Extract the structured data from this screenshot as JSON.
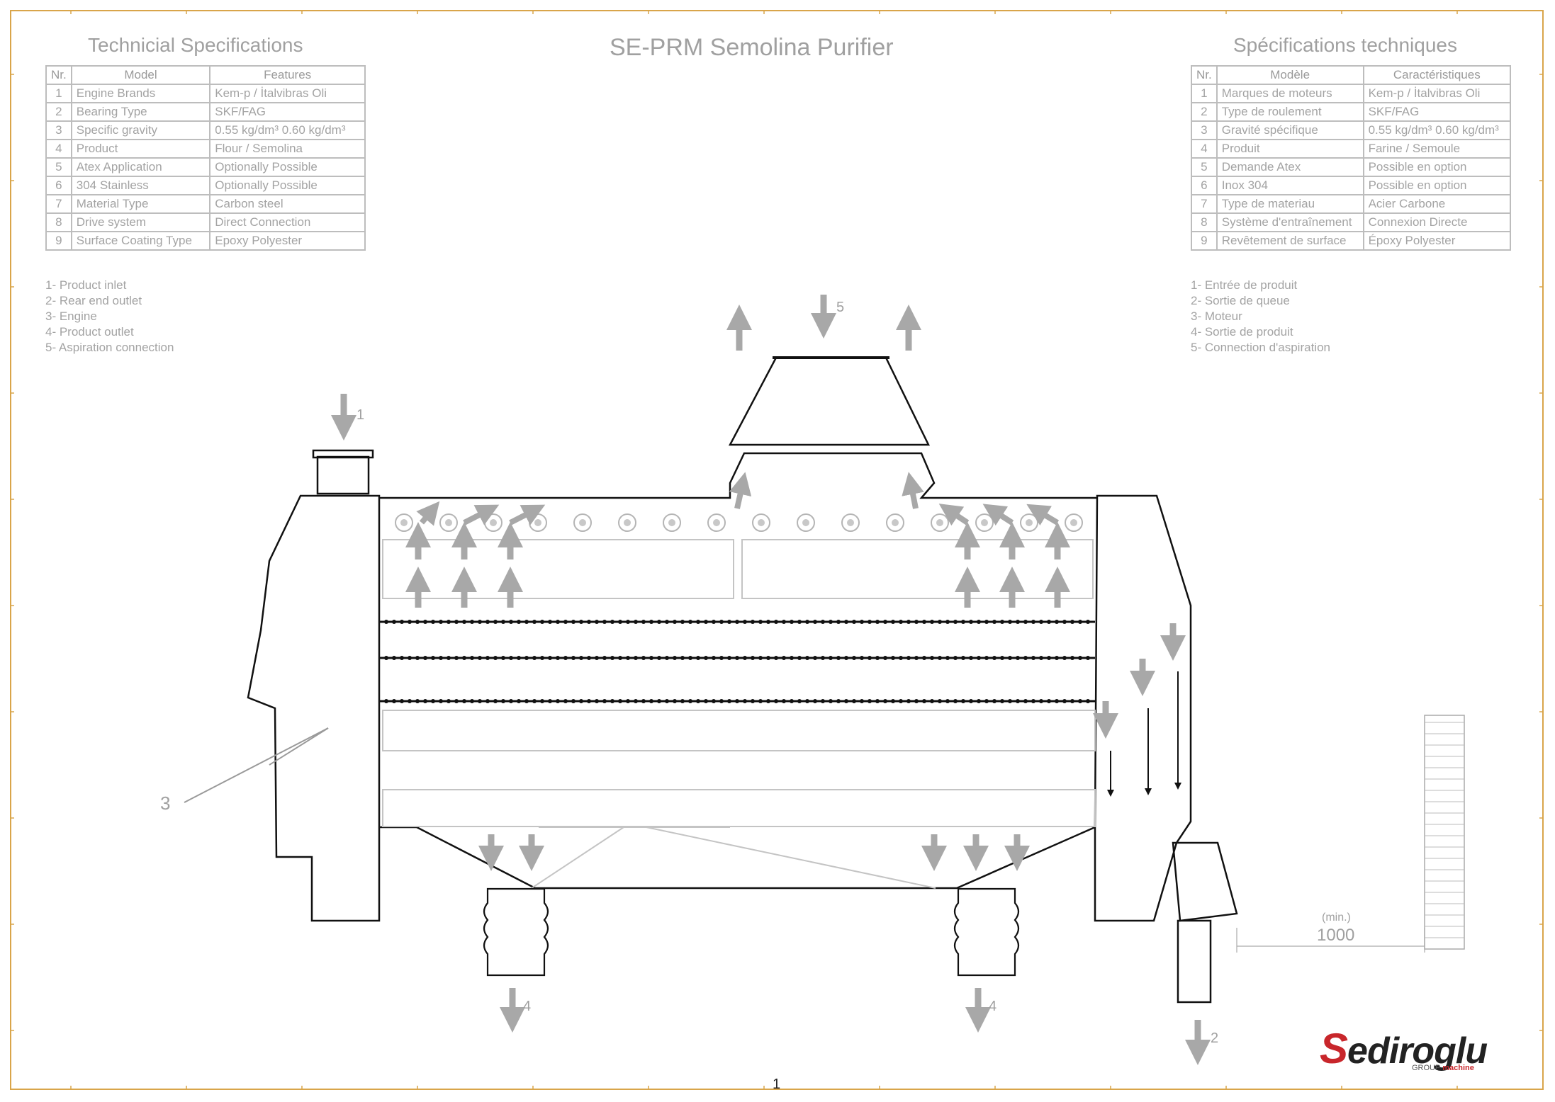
{
  "title": "SE-PRM Semolina Purifier",
  "page_number": "1",
  "spec_en": {
    "heading": "Technicial Specifications",
    "headers": [
      "Nr.",
      "Model",
      "Features"
    ],
    "rows": [
      [
        "1",
        "Engine Brands",
        "Kem-p / İtalvibras Oli"
      ],
      [
        "2",
        "Bearing Type",
        "SKF/FAG"
      ],
      [
        "3",
        "Specific gravity",
        "0.55 kg/dm³ 0.60 kg/dm³"
      ],
      [
        "4",
        "Product",
        "Flour / Semolina"
      ],
      [
        "5",
        "Atex Application",
        "Optionally Possible"
      ],
      [
        "6",
        "304 Stainless",
        "Optionally Possible"
      ],
      [
        "7",
        "Material Type",
        "Carbon steel"
      ],
      [
        "8",
        "Drive system",
        "Direct Connection"
      ],
      [
        "9",
        "Surface Coating Type",
        "Epoxy Polyester"
      ]
    ]
  },
  "spec_fr": {
    "heading": "Spécifications techniques",
    "headers": [
      "Nr.",
      "Modèle",
      "Caractéristiques"
    ],
    "rows": [
      [
        "1",
        "Marques de moteurs",
        "Kem-p / İtalvibras Oli"
      ],
      [
        "2",
        "Type de roulement",
        "SKF/FAG"
      ],
      [
        "3",
        "Gravité spécifique",
        "0.55 kg/dm³ 0.60 kg/dm³"
      ],
      [
        "4",
        "Produit",
        "Farine / Semoule"
      ],
      [
        "5",
        "Demande Atex",
        "Possible en option"
      ],
      [
        "6",
        "Inox 304",
        "Possible en option"
      ],
      [
        "7",
        "Type de materiau",
        "Acier Carbone"
      ],
      [
        "8",
        "Système d'entraînement",
        "Connexion Directe"
      ],
      [
        "9",
        "Revêtement de surface",
        "Époxy Polyester"
      ]
    ]
  },
  "legend_en": [
    "1- Product inlet",
    "2- Rear end outlet",
    "3- Engine",
    "4- Product outlet",
    "5- Aspiration connection"
  ],
  "legend_fr": [
    "1- Entrée de produit",
    "2- Sortie de queue",
    "3- Moteur",
    "4- Sortie de produit",
    "5- Connection d'aspiration"
  ],
  "callouts": {
    "inlet": "1",
    "rear_outlet": "2",
    "engine": "3",
    "outlet_left": "4",
    "outlet_right": "4",
    "aspiration": "5"
  },
  "clearance": {
    "label": "(min.)",
    "value": "1000"
  },
  "logo": {
    "brand_initial": "S",
    "brand_rest": "ediroglu",
    "group": "GROUP",
    "machine": "machine"
  },
  "colors": {
    "frame": "#d9a54a",
    "text": "#a0a0a0",
    "outline": "#111111",
    "arrow": "#a8a8a8",
    "brand_red": "#c8262b"
  }
}
